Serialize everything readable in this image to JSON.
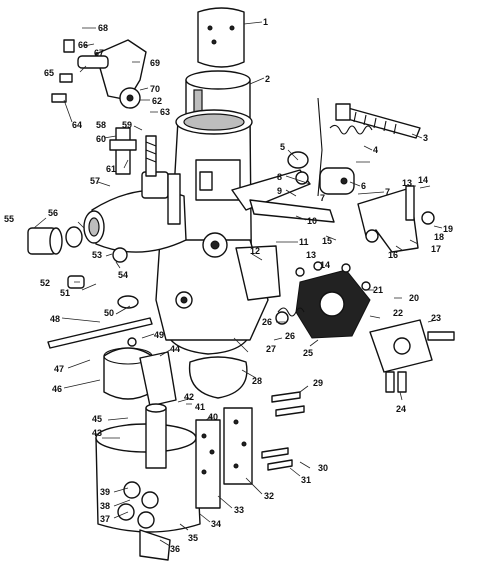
{
  "diagram": {
    "callouts": [
      {
        "id": "c1",
        "text": "1"
      },
      {
        "id": "c2",
        "text": "2"
      },
      {
        "id": "c3",
        "text": "3"
      },
      {
        "id": "c4",
        "text": "4"
      },
      {
        "id": "c5",
        "text": "5"
      },
      {
        "id": "c6",
        "text": "6"
      },
      {
        "id": "c7a",
        "text": "7"
      },
      {
        "id": "c7b",
        "text": "7"
      },
      {
        "id": "c8",
        "text": "8"
      },
      {
        "id": "c9",
        "text": "9"
      },
      {
        "id": "c10",
        "text": "10"
      },
      {
        "id": "c11",
        "text": "11"
      },
      {
        "id": "c12",
        "text": "12"
      },
      {
        "id": "c13a",
        "text": "13"
      },
      {
        "id": "c13b",
        "text": "13"
      },
      {
        "id": "c14a",
        "text": "14"
      },
      {
        "id": "c14b",
        "text": "14"
      },
      {
        "id": "c15",
        "text": "15"
      },
      {
        "id": "c16",
        "text": "16"
      },
      {
        "id": "c17",
        "text": "17"
      },
      {
        "id": "c18",
        "text": "18"
      },
      {
        "id": "c19",
        "text": "19"
      },
      {
        "id": "c20",
        "text": "20"
      },
      {
        "id": "c21",
        "text": "21"
      },
      {
        "id": "c22",
        "text": "22"
      },
      {
        "id": "c23",
        "text": "23"
      },
      {
        "id": "c24",
        "text": "24"
      },
      {
        "id": "c25",
        "text": "25"
      },
      {
        "id": "c26a",
        "text": "26"
      },
      {
        "id": "c26b",
        "text": "26"
      },
      {
        "id": "c27",
        "text": "27"
      },
      {
        "id": "c28",
        "text": "28"
      },
      {
        "id": "c29",
        "text": "29"
      },
      {
        "id": "c30",
        "text": "30"
      },
      {
        "id": "c31",
        "text": "31"
      },
      {
        "id": "c32",
        "text": "32"
      },
      {
        "id": "c33",
        "text": "33"
      },
      {
        "id": "c34",
        "text": "34"
      },
      {
        "id": "c35",
        "text": "35"
      },
      {
        "id": "c36",
        "text": "36"
      },
      {
        "id": "c37",
        "text": "37"
      },
      {
        "id": "c38",
        "text": "38"
      },
      {
        "id": "c39",
        "text": "39"
      },
      {
        "id": "c40",
        "text": "40"
      },
      {
        "id": "c41",
        "text": "41"
      },
      {
        "id": "c42",
        "text": "42"
      },
      {
        "id": "c43",
        "text": "43"
      },
      {
        "id": "c44",
        "text": "44"
      },
      {
        "id": "c45",
        "text": "45"
      },
      {
        "id": "c46",
        "text": "46"
      },
      {
        "id": "c47",
        "text": "47"
      },
      {
        "id": "c48",
        "text": "48"
      },
      {
        "id": "c49",
        "text": "49"
      },
      {
        "id": "c50",
        "text": "50"
      },
      {
        "id": "c51",
        "text": "51"
      },
      {
        "id": "c52",
        "text": "52"
      },
      {
        "id": "c53",
        "text": "53"
      },
      {
        "id": "c54",
        "text": "54"
      },
      {
        "id": "c55",
        "text": "55"
      },
      {
        "id": "c56",
        "text": "56"
      },
      {
        "id": "c57",
        "text": "57"
      },
      {
        "id": "c58",
        "text": "58"
      },
      {
        "id": "c59",
        "text": "59"
      },
      {
        "id": "c60",
        "text": "60"
      },
      {
        "id": "c61",
        "text": "61"
      },
      {
        "id": "c62",
        "text": "62"
      },
      {
        "id": "c63",
        "text": "63"
      },
      {
        "id": "c64",
        "text": "64"
      },
      {
        "id": "c65",
        "text": "65"
      },
      {
        "id": "c66",
        "text": "66"
      },
      {
        "id": "c67",
        "text": "67"
      },
      {
        "id": "c68",
        "text": "68"
      },
      {
        "id": "c69",
        "text": "69"
      },
      {
        "id": "c70",
        "text": "70"
      }
    ]
  }
}
